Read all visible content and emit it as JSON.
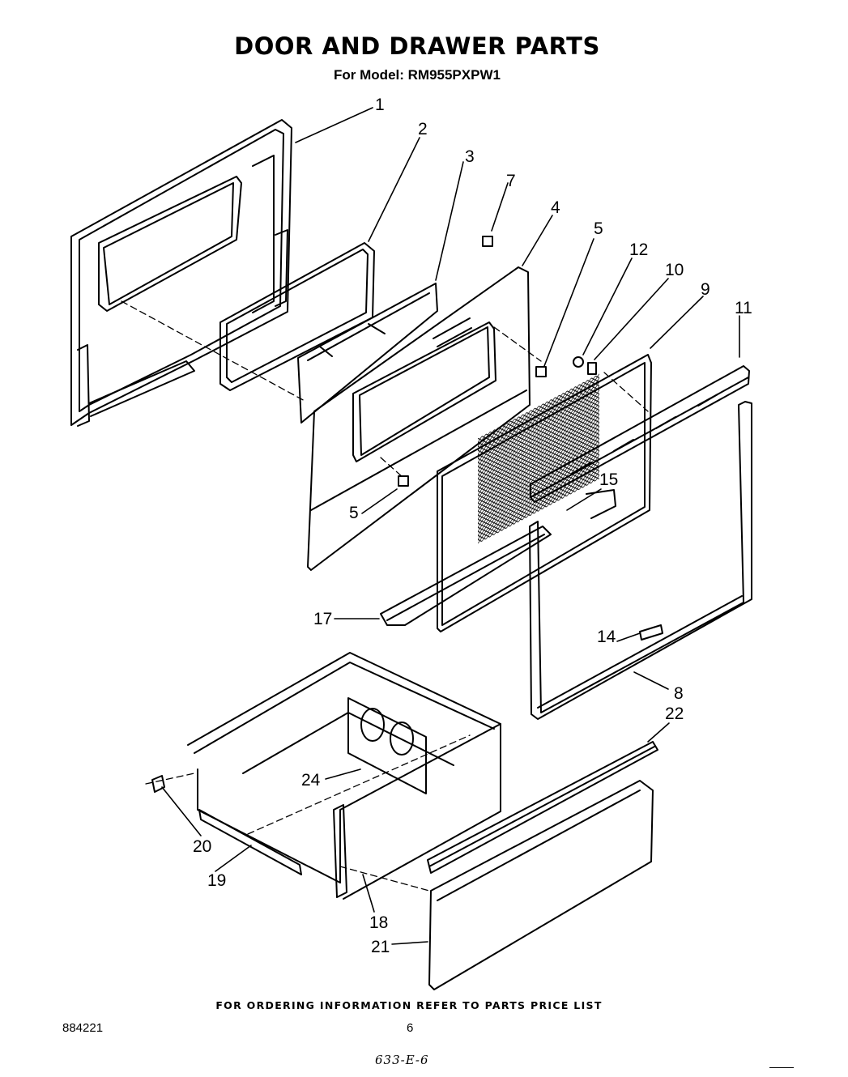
{
  "header": {
    "title": "DOOR AND DRAWER PARTS",
    "subtitle": "For Model: RM955PXPW1"
  },
  "callouts": [
    "1",
    "2",
    "3",
    "7",
    "4",
    "5",
    "12",
    "10",
    "9",
    "11",
    "15",
    "5",
    "17",
    "14",
    "8",
    "22",
    "24",
    "20",
    "19",
    "18",
    "21"
  ],
  "footer": {
    "ordering_note": "FOR ORDERING INFORMATION REFER TO PARTS PRICE LIST",
    "document_number": "884221",
    "page_number": "6",
    "handwritten_code": "633-E-6"
  }
}
